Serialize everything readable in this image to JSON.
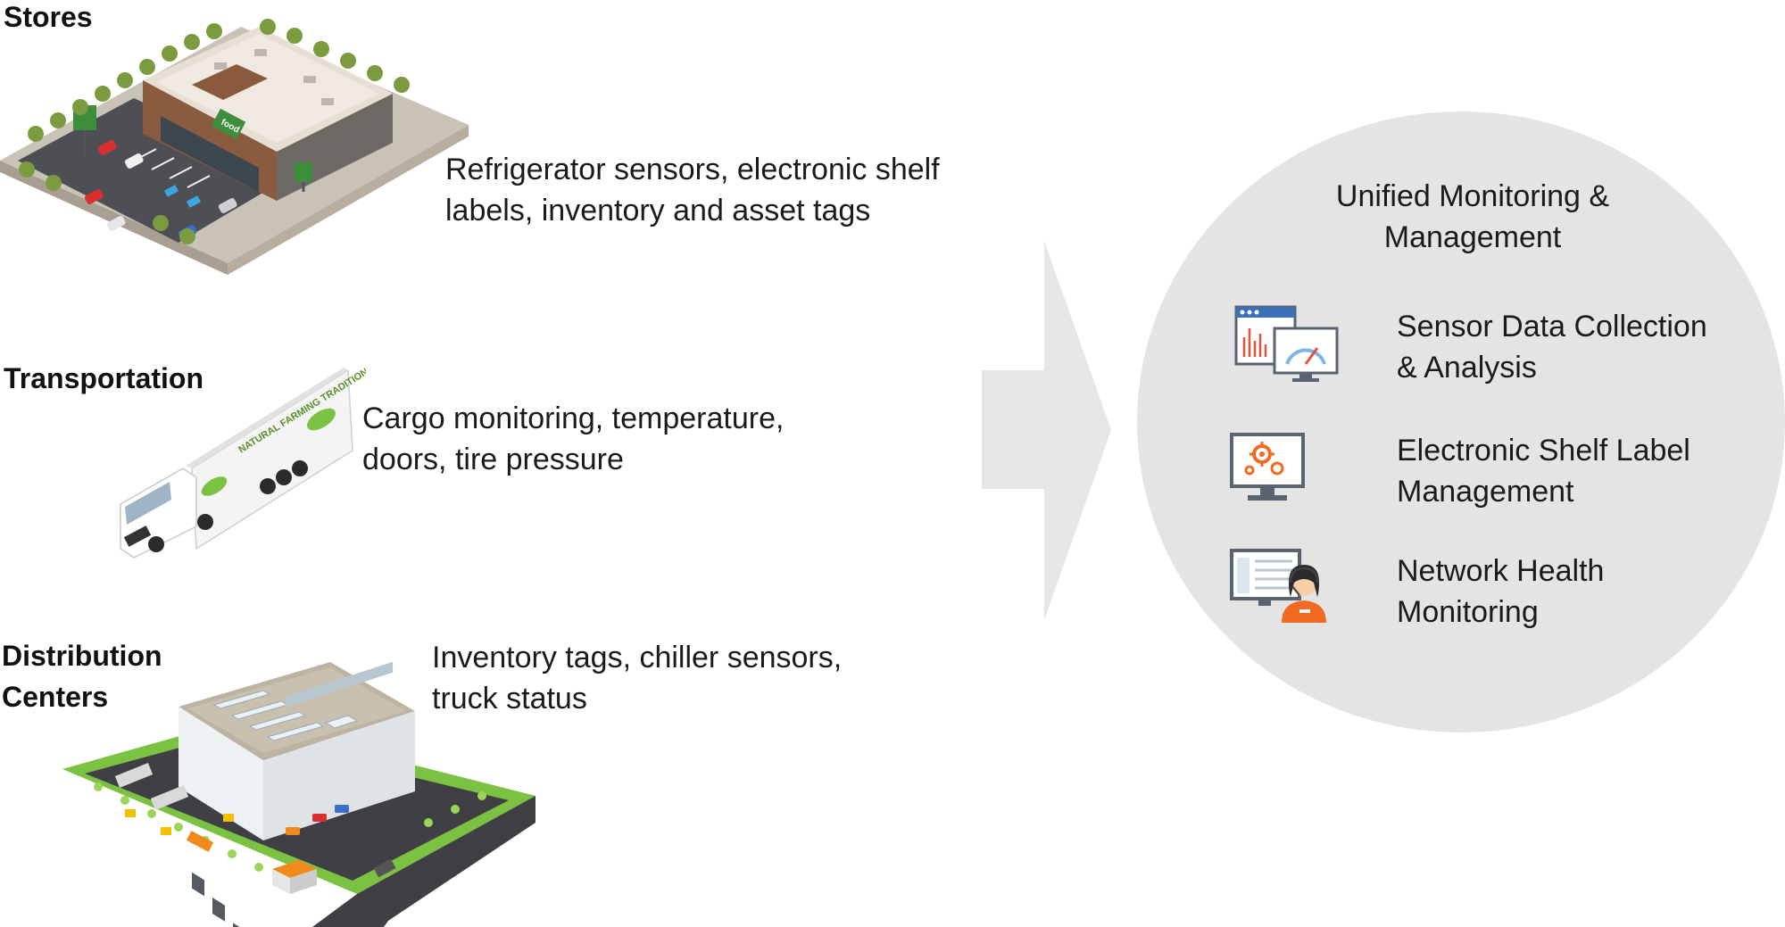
{
  "sources": [
    {
      "title": "Stores",
      "description_lines": [
        "Refrigerator sensors, electronic shelf",
        "labels, inventory and asset tags"
      ],
      "icon": "store-building-illustration"
    },
    {
      "title": "Transportation",
      "description_lines": [
        "Cargo monitoring, temperature,",
        "doors, tire pressure"
      ],
      "icon": "refrigerated-truck-illustration",
      "trailer_text": "NATURAL FARMING TRADITIONS"
    },
    {
      "title_lines": [
        "Distribution",
        "Centers"
      ],
      "description_lines": [
        "Inventory tags, chiller sensors,",
        "truck status"
      ],
      "icon": "warehouse-illustration"
    }
  ],
  "store_sign_text": "food",
  "hub": {
    "title_lines": [
      "Unified Monitoring &",
      "Management"
    ],
    "items": [
      {
        "label_lines": [
          "Sensor Data Collection",
          "& Analysis"
        ],
        "icon": "dashboard-monitors-icon"
      },
      {
        "label_lines": [
          "Electronic Shelf Label",
          "Management"
        ],
        "icon": "monitor-gears-icon"
      },
      {
        "label_lines": [
          "Network Health",
          "Monitoring"
        ],
        "icon": "support-agent-icon"
      }
    ]
  },
  "colors": {
    "hub_circle": "#e4e4e4",
    "arrow": "#e6e6e6",
    "accent_orange": "#f26a21",
    "grass_green": "#7cc242"
  }
}
